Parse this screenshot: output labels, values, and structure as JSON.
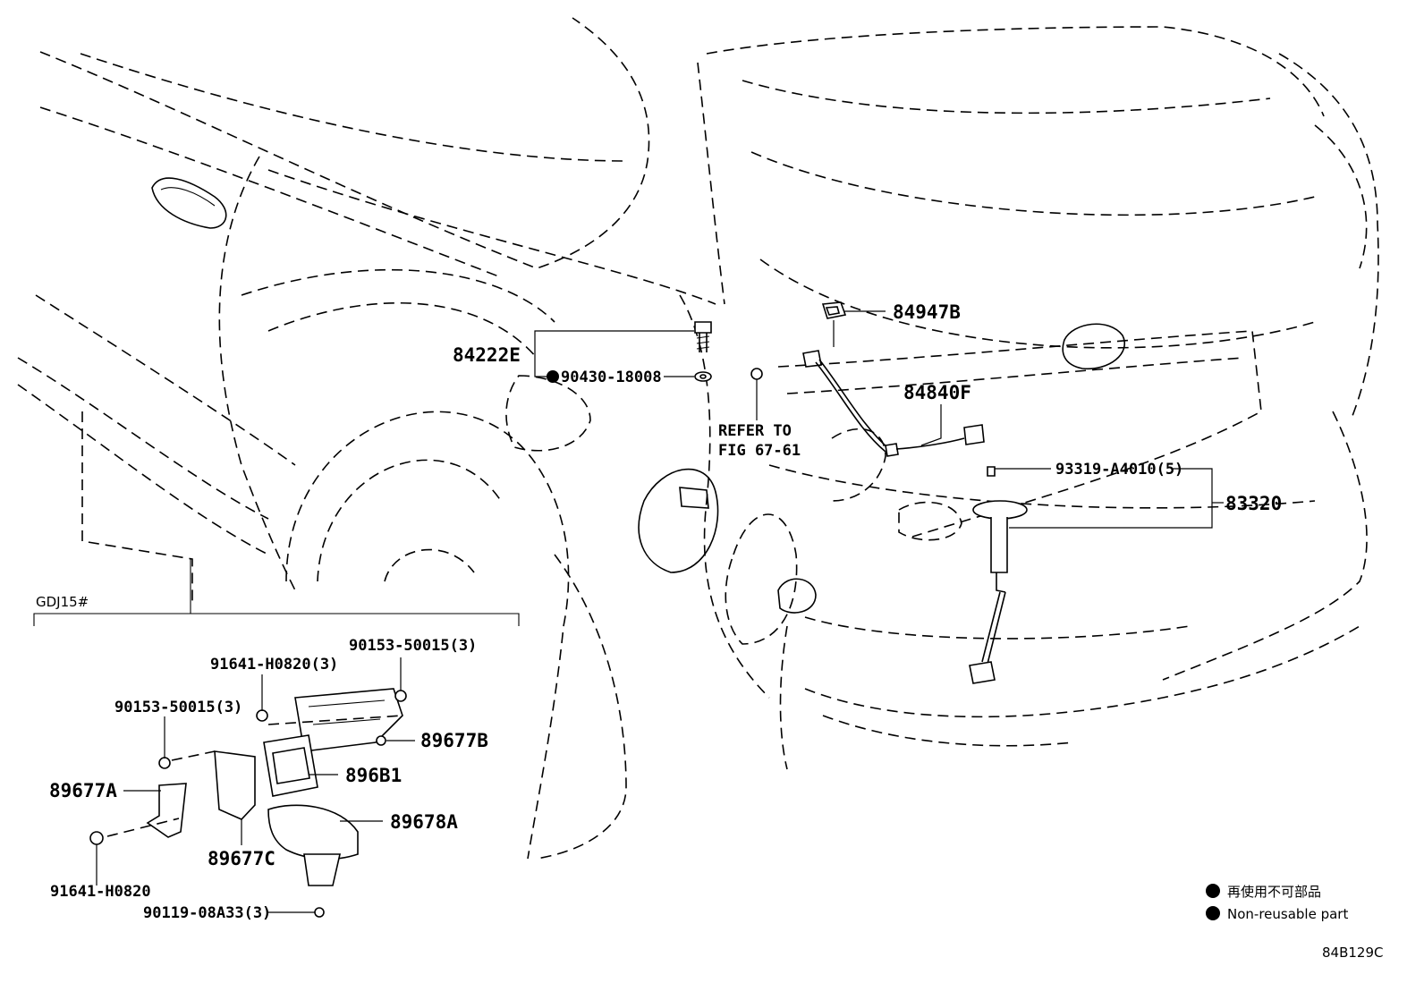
{
  "part_labels": {
    "p84947B": "84947B",
    "p84222E": "84222E",
    "p90430": "90430-18008",
    "refer_line1": "REFER TO",
    "refer_line2": "FIG 67-61",
    "p84840F": "84840F",
    "p93319": "93319-A4010(5)",
    "p83320": "83320",
    "variant": "GDJ15#",
    "p91641_3": "91641-H0820(3)",
    "p90153_top": "90153-50015(3)",
    "p90153_left": "90153-50015(3)",
    "p89677B": "89677B",
    "p896B1": "896B1",
    "p89677A": "89677A",
    "p89678A": "89678A",
    "p89677C": "89677C",
    "p91641": "91641-H0820",
    "p90119": "90119-08A33(3)"
  },
  "legend": {
    "item_japanese": "再使用不可部品",
    "item_english": "Non-reusable part"
  },
  "figure_code": "84B129C",
  "colors": {
    "ink": "#000000",
    "paper": "#ffffff"
  }
}
